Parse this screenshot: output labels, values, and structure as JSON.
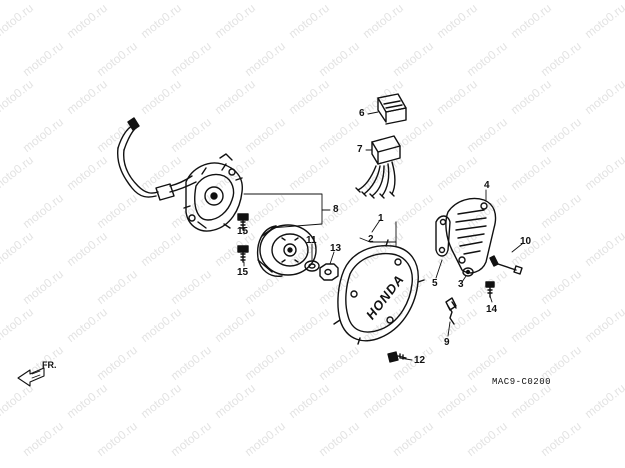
{
  "diagram": {
    "drawing_code": "MAC9-C0200",
    "direction_label": "FR.",
    "cover_brand": "HONDA",
    "watermark_text": "moto0.ru",
    "ink_color": "#111111",
    "watermark_color": "#e3e3e3",
    "callouts": [
      {
        "id": "c1",
        "text": "1"
      },
      {
        "id": "c2",
        "text": "2"
      },
      {
        "id": "c3",
        "text": "3"
      },
      {
        "id": "c4",
        "text": "4"
      },
      {
        "id": "c5",
        "text": "5"
      },
      {
        "id": "c6",
        "text": "6"
      },
      {
        "id": "c7",
        "text": "7"
      },
      {
        "id": "c8",
        "text": "8"
      },
      {
        "id": "c9",
        "text": "9"
      },
      {
        "id": "c10",
        "text": "10"
      },
      {
        "id": "c11",
        "text": "11"
      },
      {
        "id": "c12",
        "text": "12"
      },
      {
        "id": "c13",
        "text": "13"
      },
      {
        "id": "c14",
        "text": "14"
      },
      {
        "id": "c15a",
        "text": "15"
      },
      {
        "id": "c15b",
        "text": "15"
      }
    ]
  }
}
